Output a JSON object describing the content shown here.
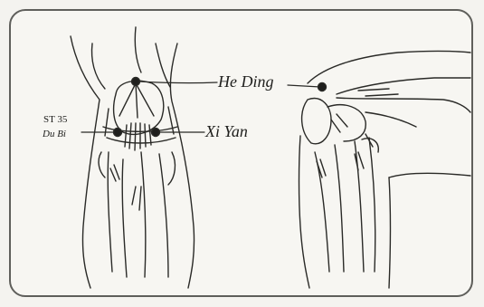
{
  "labels": {
    "he_ding": "He Ding",
    "xi_yan": "Xi Yan",
    "st35": "ST 35",
    "du_bi": "Du Bi"
  },
  "colors": {
    "ink": "#1f1f1d",
    "paper": "#f7f6f2",
    "frame": "#5f5f5b"
  }
}
